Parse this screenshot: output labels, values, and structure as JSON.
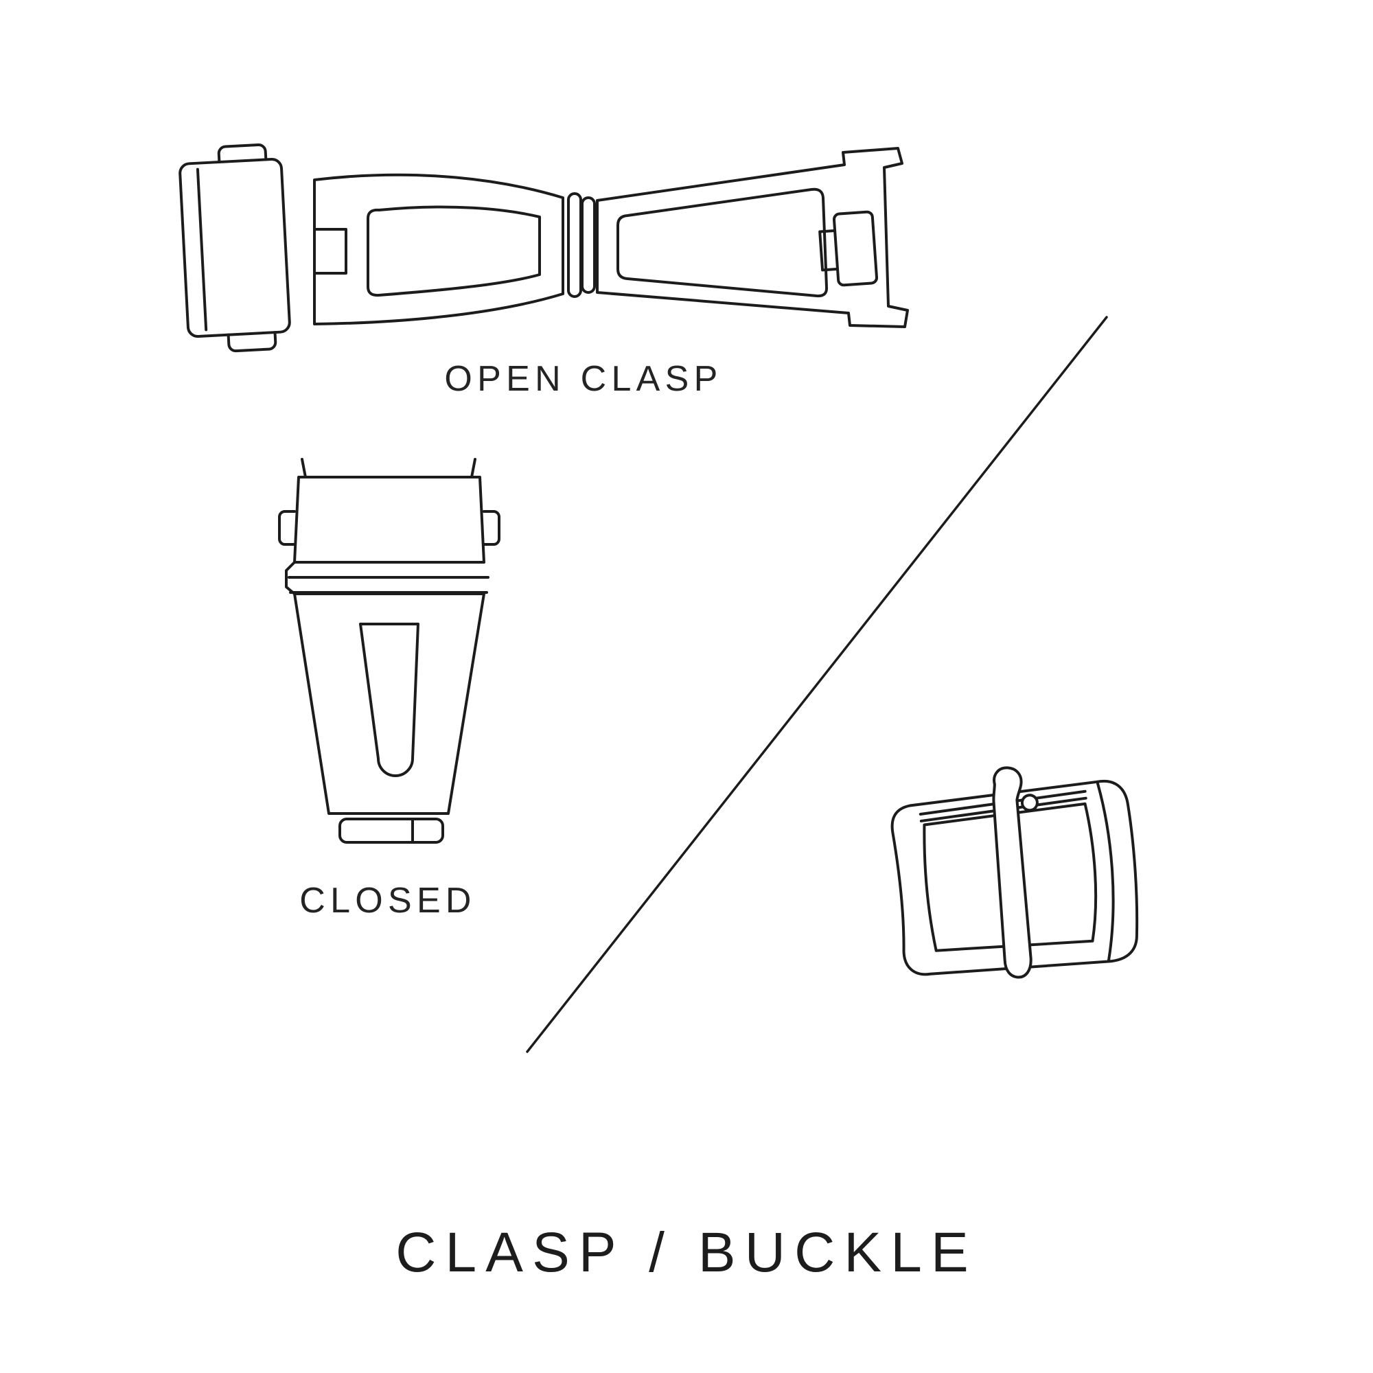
{
  "colors": {
    "background": "#ffffff",
    "ink": "#1c1c1c"
  },
  "title": "CLASP / BUCKLE",
  "labels": {
    "open_clasp": "OPEN CLASP",
    "closed": "CLOSED"
  },
  "illustrations": [
    {
      "name": "open-clasp-illustration",
      "caption": "OPEN CLASP"
    },
    {
      "name": "closed-clasp-illustration",
      "caption": "CLOSED"
    },
    {
      "name": "tang-buckle-illustration",
      "caption": ""
    }
  ],
  "divider": {
    "name": "diagonal-divider-line"
  }
}
